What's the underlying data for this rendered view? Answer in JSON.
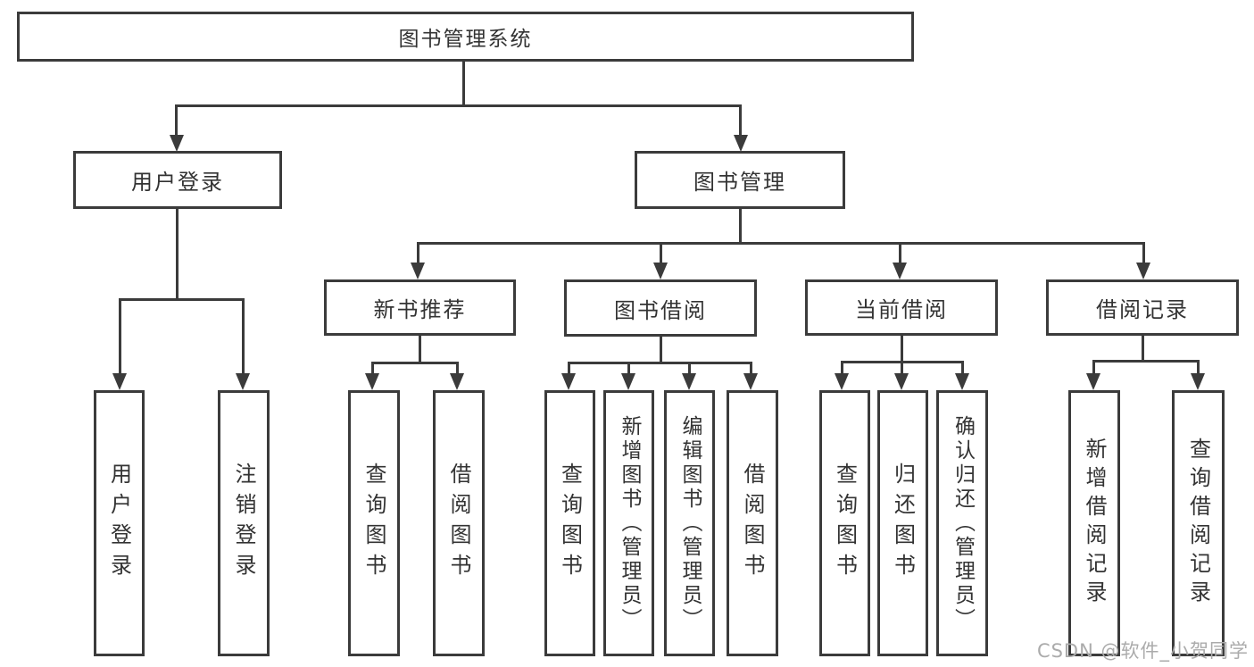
{
  "tree": {
    "root": "图书管理系统",
    "children": [
      {
        "label": "用户登录",
        "children": [
          "用户登录",
          "注销登录"
        ]
      },
      {
        "label": "图书管理",
        "children": [
          {
            "label": "新书推荐",
            "children": [
              "查询图书",
              "借阅图书"
            ]
          },
          {
            "label": "图书借阅",
            "children": [
              "查询图书",
              "新增图书（管理员）",
              "编辑图书（管理员）",
              "借阅图书"
            ]
          },
          {
            "label": "当前借阅",
            "children": [
              "查询图书",
              "归还图书",
              "确认归还（管理员）"
            ]
          },
          {
            "label": "借阅记录",
            "children": [
              "新增借阅记录",
              "查询借阅记录"
            ]
          }
        ]
      }
    ]
  },
  "watermark": {
    "text": "CSDN @软件_小贺同学"
  },
  "colors": {
    "line": "#3b3b3b",
    "text": "#333333",
    "watermark": "#ababab",
    "background": "#ffffff"
  }
}
